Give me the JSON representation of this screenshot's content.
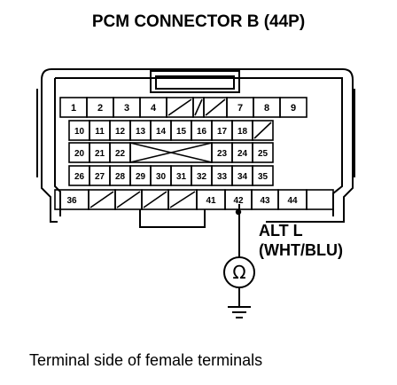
{
  "title": "PCM CONNECTOR B (44P)",
  "caption": "Terminal side of female terminals",
  "signal": {
    "name": "ALT L",
    "wire_color": "(WHT/BLU)"
  },
  "meter_symbol": "Ω",
  "highlighted_terminal": "42",
  "connector": {
    "row1": [
      "1",
      "2",
      "3",
      "4",
      "",
      "",
      "",
      "7",
      "8",
      "9"
    ],
    "row2": [
      "10",
      "11",
      "12",
      "13",
      "14",
      "15",
      "16",
      "17",
      "18",
      ""
    ],
    "row3": [
      "20",
      "21",
      "22",
      "",
      "",
      "",
      "",
      "23",
      "24",
      "25"
    ],
    "row4": [
      "26",
      "27",
      "28",
      "29",
      "30",
      "31",
      "32",
      "33",
      "34",
      "35"
    ],
    "row5": [
      "36",
      "",
      "",
      "",
      "",
      "41",
      "42",
      "43",
      "44"
    ]
  }
}
